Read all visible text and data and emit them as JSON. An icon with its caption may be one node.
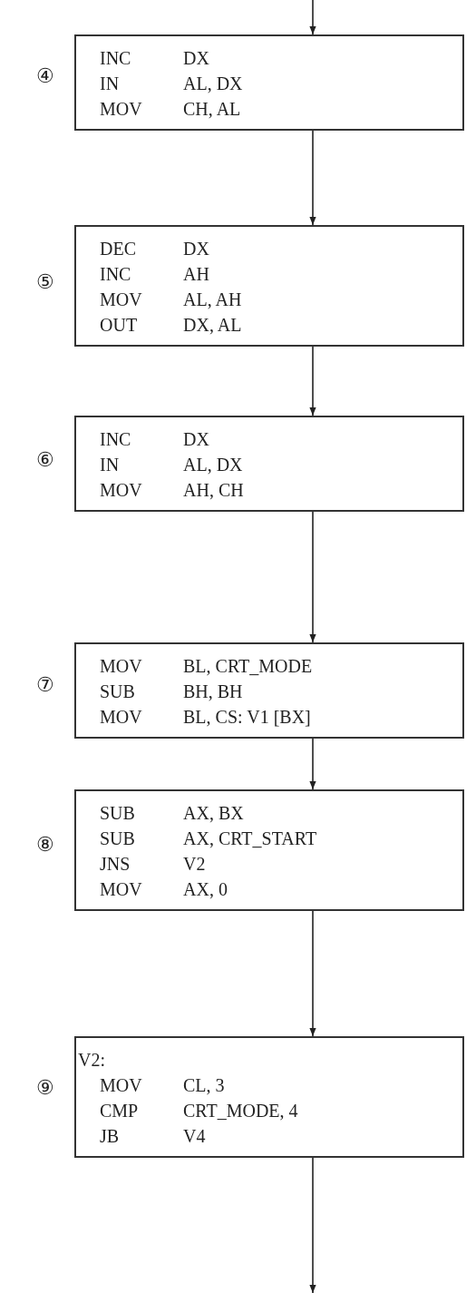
{
  "diagram": {
    "nodes": [
      {
        "text": [
          "INC DX",
          "IN AL, DX",
          "MOV CH, AL"
        ],
        "beside": [
          "④"
        ]
      },
      {
        "text": [
          "DEC DX",
          "INC AH",
          "MOV AL, AH",
          "OUT DX, AL"
        ],
        "beside": [
          "⑤"
        ]
      },
      {
        "text": [
          "INC DX",
          "IN AL, DX",
          "MOV AH, CH"
        ],
        "beside": [
          "⑥"
        ]
      },
      {
        "text": [
          "MOV BL, CRT_MODE",
          "SUB BH, BH",
          "MOV BL, CS: V1 [BX]"
        ],
        "beside": [
          "⑦"
        ]
      },
      {
        "text": [
          "SUB AX, BX",
          "SUB AX, CRT_START",
          "JNS V2",
          "MOV AX, 0"
        ],
        "beside": [
          "⑧"
        ]
      },
      {
        "text": [
          "V2:",
          "MOV CL, 3",
          "CMP CRT_MODE, 4",
          "JB V4"
        ],
        "beside": [
          "⑨"
        ]
      }
    ],
    "edges": [
      {
        "from": null,
        "to": 0,
        "arrow": "to"
      },
      {
        "from": 0,
        "to": 1,
        "arrow": "to"
      },
      {
        "from": 1,
        "to": 2,
        "arrow": "to"
      },
      {
        "from": 2,
        "to": 3,
        "arrow": "to"
      },
      {
        "from": 3,
        "to": 4,
        "arrow": "to"
      },
      {
        "from": 4,
        "to": 5,
        "arrow": "to"
      },
      {
        "from": 5,
        "to": null,
        "arrow": "to"
      }
    ]
  }
}
